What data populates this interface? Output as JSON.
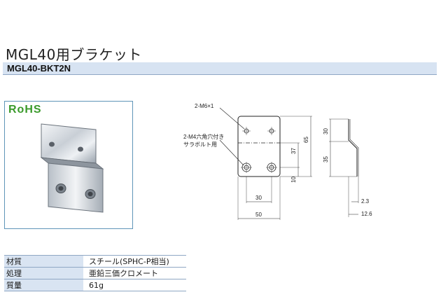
{
  "title": "MGL40用ブラケット",
  "model_code": "MGL40-BKT2N",
  "rohs_mark": "RoHS",
  "drawing": {
    "callout_top": "2-M6×1",
    "callout_bottom_line1": "2-M4六角穴付き",
    "callout_bottom_line2": "サラボルト用",
    "dim_30_bottom": "30",
    "dim_50": "50",
    "dim_37": "37",
    "dim_10": "10",
    "dim_65": "65",
    "dim_30_side": "30",
    "dim_35": "35",
    "dim_2_3": "2.3",
    "dim_12_6": "12.6"
  },
  "specs": [
    {
      "label": "材質",
      "value": "スチール(SPHC-P相当)"
    },
    {
      "label": "処理",
      "value": "亜鉛三価クロメート"
    },
    {
      "label": "質量",
      "value": "61g"
    }
  ]
}
